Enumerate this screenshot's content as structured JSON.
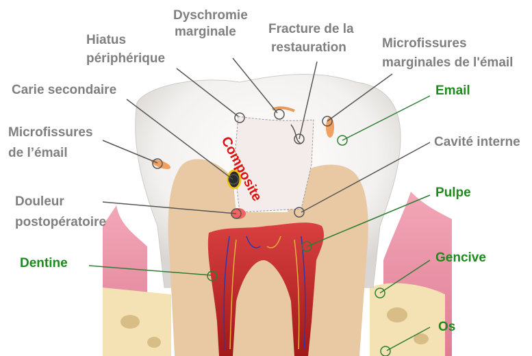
{
  "labels": {
    "dyschromie_line1": "Dyschromie",
    "dyschromie_line2": "marginale",
    "hiatus_line1": "Hiatus",
    "hiatus_line2": "périphérique",
    "fracture_line1": "Fracture de la",
    "fracture_line2": "restauration",
    "microfissures_marg_line1": "Microfissures",
    "microfissures_marg_line2": "marginales  de l'émail",
    "carie_secondaire": "Carie secondaire",
    "microfissures_email_line1": "Microfissures",
    "microfissures_email_line2": "de l’émail",
    "email": "Email",
    "cavite_interne": "Cavité interne",
    "douleur_line1": "Douleur",
    "douleur_line2": "postopératoire",
    "pulpe": "Pulpe",
    "dentine": "Dentine",
    "gencive": "Gencive",
    "os": "Os",
    "composite": "Composite"
  },
  "colors": {
    "gray_label": "#7f7f7f",
    "green_label": "#1e8a1e",
    "composite_text": "#e01010",
    "enamel": "#f2f0ee",
    "dentin": "#e8c9a3",
    "pulp": "#c0282a",
    "gum": "#e98aa0",
    "bone": "#f4e2b4"
  }
}
